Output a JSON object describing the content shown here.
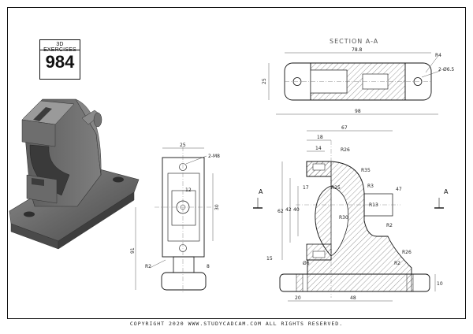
{
  "badge": {
    "label": "3D EXERCISES",
    "number": "984"
  },
  "copyright": "COPYRIGHT  2020 WWW.STUDYCADCAM.COM ALL RIGHTS RESERVED.",
  "section_title": "SECTION A-A",
  "section_marks": {
    "left": "A",
    "right": "A"
  },
  "dims_top": {
    "d1": "78.8",
    "d2": "25",
    "d3": "98",
    "d4": "R4",
    "d5": "2-Ø6.5"
  },
  "dims_side": {
    "d1": "25",
    "d2": "2-M8",
    "d3": "12",
    "d4": "30",
    "d5": "91",
    "d6": "R2",
    "d7": "8"
  },
  "dims_front": {
    "d1": "67",
    "d2": "18",
    "d3": "14",
    "d4": "R26",
    "d5": "R35",
    "d6": "R3",
    "d7": "47",
    "d8": "R25",
    "d9": "R30",
    "d10": "62",
    "d11": "42",
    "d12": "40",
    "d13": "17",
    "d14": "R13",
    "d15": "R2",
    "d16": "R26",
    "d17": "R2",
    "d18": "20",
    "d19": "48",
    "d20": "10",
    "d21": "15",
    "d22": "Ø6"
  }
}
